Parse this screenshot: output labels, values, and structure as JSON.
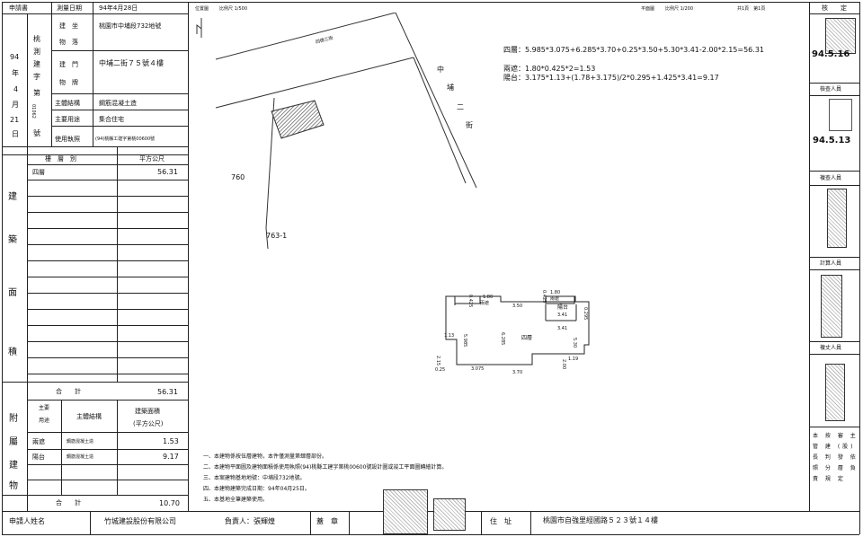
{
  "left_panel": {
    "applicant_header": "申請書",
    "survey_date_label": "測量日期",
    "survey_date": "94年4月28日",
    "location_label_1": "建　坐",
    "location_label_2": "物　落",
    "location_value": "桃園市中埔段732地號",
    "doorplate_label_1": "建　門",
    "doorplate_label_2": "物　牌",
    "doorplate_value": "中埔二街７５號４樓",
    "structure_label": "主體結構",
    "structure_value": "鋼筋混凝土造",
    "purpose_label": "主要用途",
    "purpose_value": "集合住宅",
    "license_label": "使用執照",
    "license_value": "(94)桃縣工建字第桃00600號",
    "side_texts": [
      "94",
      "年",
      "4",
      "月",
      "21",
      "日"
    ],
    "side_texts2": [
      "桃",
      "測",
      "建",
      "字",
      "第",
      "01062",
      "號"
    ],
    "floor_header": "樓　層　別",
    "area_header": "平方公尺",
    "floor_rows": [
      {
        "floor": "四層",
        "area": "56.31"
      }
    ],
    "building_area_label": [
      "建",
      "築",
      "面",
      "積"
    ],
    "subtotal_label": "合　　計",
    "subtotal_value": "56.31",
    "annex_header_purpose": "主要用途",
    "annex_header_structure": "主體結構",
    "annex_header_area_1": "建築面積",
    "annex_header_area_2": "(平方公尺)",
    "annex_rows": [
      {
        "purpose": "兩遮",
        "structure": "鋼筋混凝土造",
        "area": "1.53"
      },
      {
        "purpose": "陽台",
        "structure": "鋼筋混凝土造",
        "area": "9.17"
      }
    ],
    "annex_label": [
      "附",
      "屬",
      "建",
      "物"
    ],
    "annex_total_label": "合　　計",
    "annex_total": "10.70"
  },
  "map": {
    "header_label": "位置圖",
    "scale": "比例尺 1/500",
    "road_north": "同德三街",
    "road_east": [
      "中",
      "埔",
      "二",
      "街"
    ],
    "lot_760": "760",
    "lot_763": "763-1"
  },
  "plan": {
    "header_label": "平面圖",
    "scale": "比例尺 1/200",
    "pages": "共1頁　第1頁",
    "calc_floor4": "四層：5.985*3.075+6.285*3.70+0.25*3.50+5.30*3.41-2.00*2.15=56.31",
    "calc_rain": "兩遮：1.80*0.425*2=1.53",
    "calc_balcony": "陽台：3.175*1.13+(1.78+3.175)/2*0.295+1.425*3.41=9.17",
    "room_label": "四層",
    "balcony_label": "陽台",
    "rain_label_1": "兩遮",
    "rain_label_2": "兩遮",
    "dims": [
      "1.80",
      "3.50",
      "1.80",
      "3.41",
      "3.41",
      "3.70",
      "3.075",
      "1.13",
      "1.19",
      "5.985",
      "5.30",
      "6.285",
      "2.15",
      "2.00",
      "0.25",
      "0.295",
      "0.425",
      "0.425"
    ]
  },
  "notes": [
    "一、本建物係按伍層建物，本件僅測量第肆層部份。",
    "二、本建物平面圖及建物面積係使用執照(94)桃縣工建字第桃00600號設計圖或竣工平面圖轉繪計算。",
    "三、本案建物基地地號：中埔段732地號。",
    "四、本建物建築完成日期：94年04月25日。",
    "五、本基地全筆建築使用。"
  ],
  "footer": {
    "applicant_label": "申請人姓名",
    "applicant_name": "竹城建設股份有限公司",
    "rep_label": "負責人：張輝煌",
    "seal_label": "蓋　章",
    "address_label": "住　址",
    "address_value": "桃園市自強里經國路５２３號１４樓"
  },
  "right_panel": {
    "verify_label": "核　　定",
    "date1": "94.5.16",
    "checker_label": "檢查人員",
    "date2": "94.5.13",
    "survey_label": "複查人員",
    "calc_label": "計算人員",
    "draw_label": "複丈人員",
    "bottom_note": "本 按 審 主 管 建 (股) 長 判 發 依 照 分 層 負 責 規 定"
  },
  "colors": {
    "ink": "#111111",
    "hatch": "#555555"
  }
}
